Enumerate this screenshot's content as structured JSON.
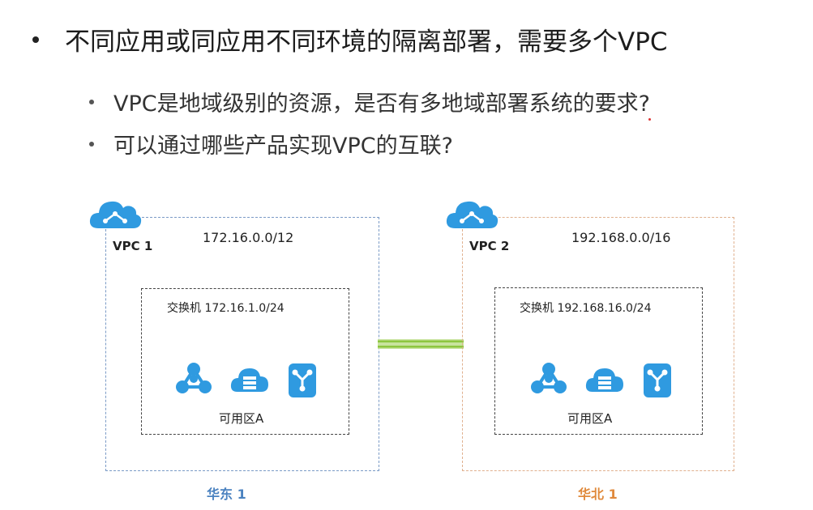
{
  "bullets": {
    "main": "不同应用或同应用不同环境的隔离部署，需要多个VPC",
    "sub": [
      "VPC是地域级别的资源，是否有多地域部署系统的要求?",
      "可以通过哪些产品实现VPC的互联?"
    ]
  },
  "diagram": {
    "vpcs": [
      {
        "label": "VPC 1",
        "cidr": "172.16.0.0/12",
        "switch": "交换机 172.16.1.0/24",
        "zone": "可用区A",
        "region": "华东 1",
        "border_color": "#7b9bc6",
        "region_color": "#4a82c0",
        "icons": [
          "network-node-icon",
          "cloud-storage-icon",
          "router-icon"
        ]
      },
      {
        "label": "VPC 2",
        "cidr": "192.168.0.0/16",
        "switch": "交换机 192.168.16.0/24",
        "zone": "可用区A",
        "region": "华北 1",
        "border_color": "#e0b08e",
        "region_color": "#e08a3c",
        "icons": [
          "network-node-icon",
          "cloud-storage-icon",
          "router-icon"
        ]
      }
    ],
    "connector_color": "#8dc63f",
    "icon_color": "#2f9ae0"
  }
}
